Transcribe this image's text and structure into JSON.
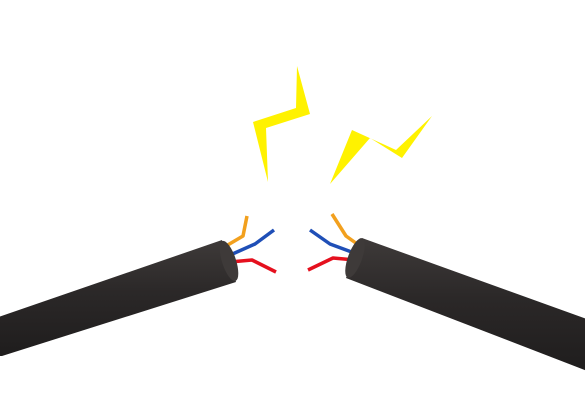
{
  "scene": {
    "background": "#ffffff",
    "subject": "broken-electrical-cable",
    "colors": {
      "cable_jacket": "#2b2828",
      "cable_highlight": "#3e3a39",
      "wire_orange": "#f2a01e",
      "wire_blue": "#1f4fb7",
      "wire_red": "#e5101e",
      "spark": "#fff200"
    },
    "parts": [
      {
        "name": "left-cable-segment"
      },
      {
        "name": "right-cable-segment"
      },
      {
        "name": "spark-left"
      },
      {
        "name": "spark-right"
      }
    ]
  }
}
